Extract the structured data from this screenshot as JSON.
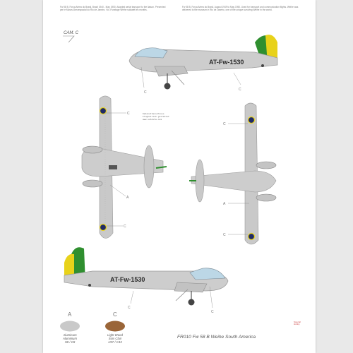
{
  "intro": {
    "left": "Fw 58 B, Força Aérea do Brasil, Brazil 1940 - May 1950. Adapted aerial transport to the liaison. Presented per le Museu Aeroespacial do Rio de Janeiro. Vol. Fuselage Weihe soldatet les months.",
    "right": "Fw 58 B, Força Aérea do Brasil, August 1949 to May 1950. Used for transport and communication flights. Weihe was delivered to the museum in Rio de Janeiro, one of the unique surviving Weihe in the world."
  },
  "camouflage": "CAM. C",
  "stencil": {
    "line1": "Kabinettanschluss",
    "line2": "Flugbetrieb gestattet",
    "line3": "www.sebista.com"
  },
  "aircraft_code": "AT-Fw-1530",
  "callouts": {
    "a": "A",
    "c": "C"
  },
  "colors": {
    "aluminum": "#c9c9c9",
    "light_wood": "#9a6538",
    "green": "#2f8f2f",
    "yellow": "#e8d21a",
    "roundel_blue": "#1f2a66"
  },
  "legend": [
    {
      "letter": "A",
      "line1": "Aluminum",
      "line2": "Aluminium",
      "line3": "H8 / C8"
    },
    {
      "letter": "C",
      "line1": "Light Wood",
      "line2": "Sois Clair",
      "line3": "H37 / C43"
    }
  ],
  "footer": {
    "title": "FR010 Fw 58 B Weihe South America"
  },
  "logo": {
    "line1": "Special",
    "line2": "Hobby"
  }
}
